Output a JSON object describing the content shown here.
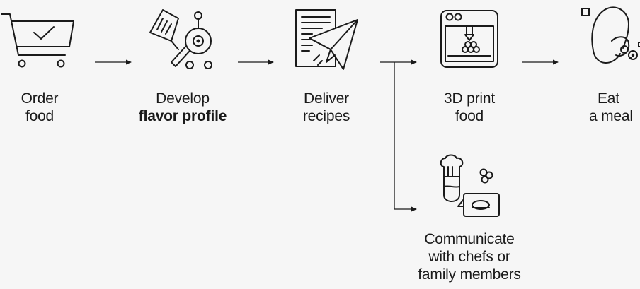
{
  "steps": [
    {
      "line1": "Order",
      "line2": "food"
    },
    {
      "line1": "Develop",
      "line2": "flavor profile"
    },
    {
      "line1": "Deliver",
      "line2": "recipes"
    },
    {
      "line1": "3D print",
      "line2": "food"
    },
    {
      "line1": "Eat",
      "line2": "a meal"
    }
  ],
  "branch": {
    "line1": "Communicate",
    "line2": "with chefs or",
    "line3": "family members"
  },
  "icons": [
    "shopping-cart-icon",
    "spatula-magnifier-icon",
    "paper-plane-document-icon",
    "3d-printer-icon",
    "face-eating-icon",
    "chef-chat-icon"
  ],
  "colors": {
    "stroke": "#1a1a1a",
    "background": "#f6f6f6"
  }
}
